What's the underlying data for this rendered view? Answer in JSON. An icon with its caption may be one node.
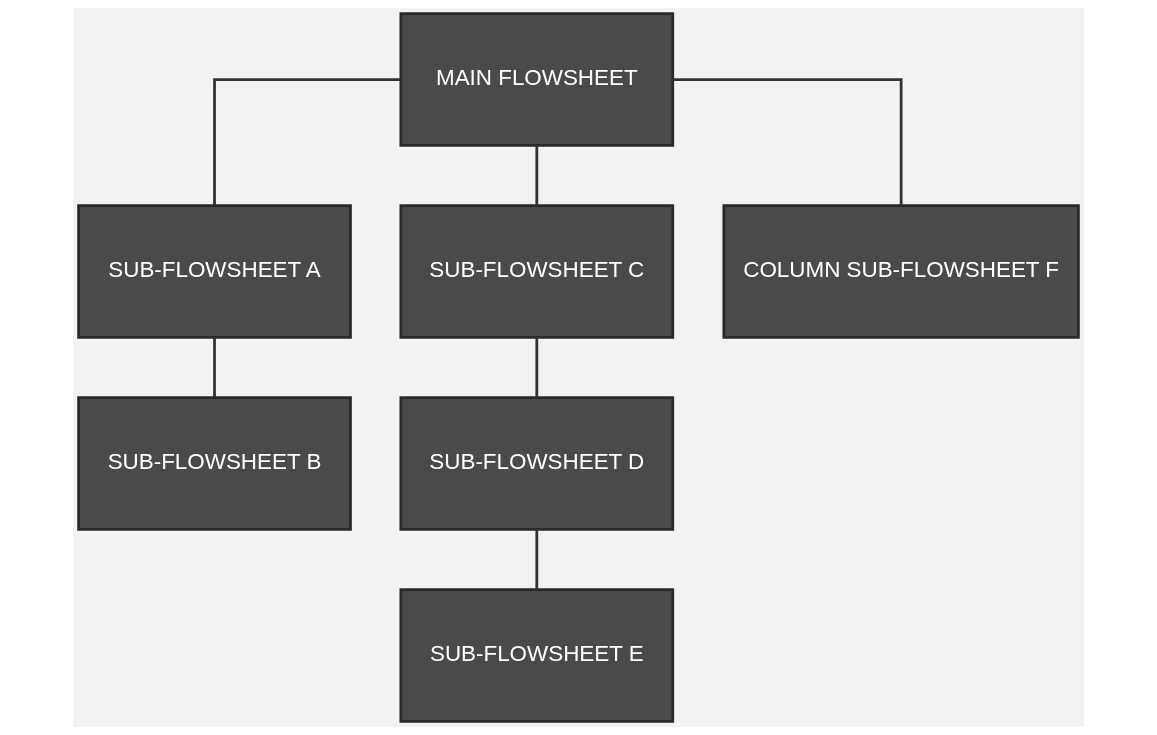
{
  "diagram": {
    "nodes": [
      {
        "text": [
          "MAIN FLOWSHEET"
        ]
      },
      {
        "text": [
          "SUB-FLOWSHEET A"
        ]
      },
      {
        "text": [
          "SUB-FLOWSHEET C"
        ]
      },
      {
        "text": [
          "COLUMN SUB-FLOWSHEET F"
        ]
      },
      {
        "text": [
          "SUB-FLOWSHEET B"
        ]
      },
      {
        "text": [
          "SUB-FLOWSHEET D"
        ]
      },
      {
        "text": [
          "SUB-FLOWSHEET E"
        ]
      }
    ],
    "edges": [
      {
        "from": 0,
        "to": 1,
        "arrow": "none"
      },
      {
        "from": 0,
        "to": 2,
        "arrow": "none"
      },
      {
        "from": 0,
        "to": 3,
        "arrow": "none"
      },
      {
        "from": 1,
        "to": 4,
        "arrow": "none"
      },
      {
        "from": 2,
        "to": 5,
        "arrow": "none"
      },
      {
        "from": 5,
        "to": 6,
        "arrow": "none"
      }
    ]
  }
}
